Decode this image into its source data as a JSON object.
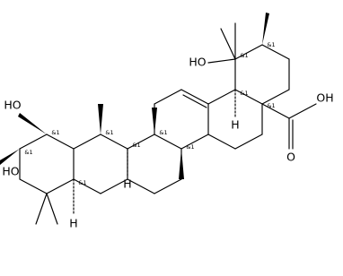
{
  "atom_labels": {
    "oh_c19": "HO",
    "oh_acid": "OH",
    "o_acid": "O",
    "oh_c2": "HO",
    "oh_c3": "HO",
    "h_c18": "H",
    "h_c9": "H",
    "h_c5": "H"
  },
  "stereo_labels": {
    "c19": "&1",
    "c20": "&1",
    "c18": "&1",
    "c17": "&1",
    "c9": "&1",
    "c14": "&1",
    "c8": "&1",
    "c10": "&1",
    "c2": "&1",
    "c3": "&1",
    "c5": "&1"
  }
}
